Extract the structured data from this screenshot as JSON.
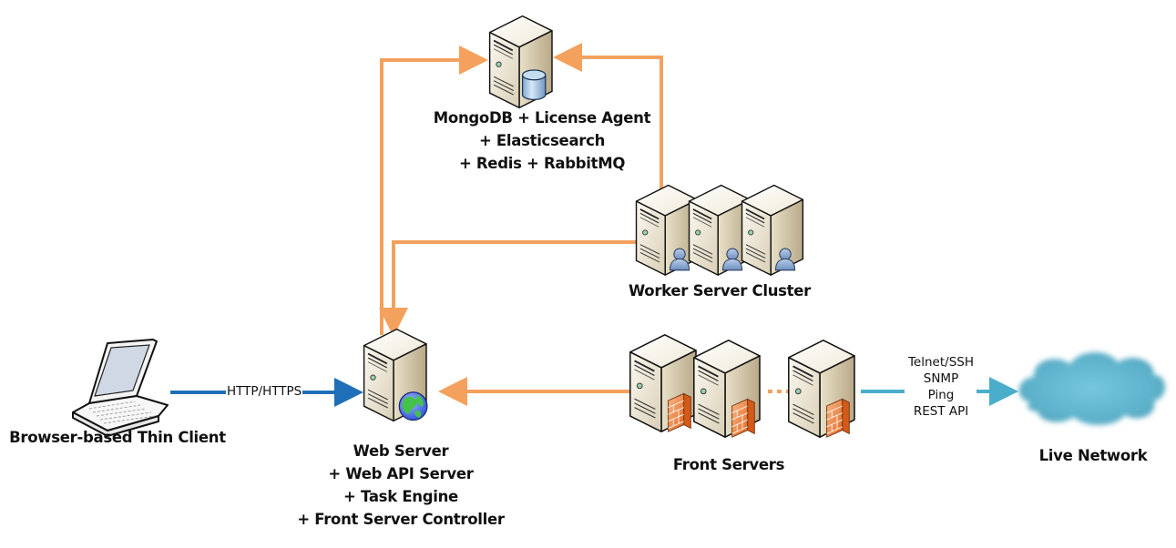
{
  "title": "System Architecture Diagram",
  "colors": {
    "internal_link": "#f4a15d",
    "client_link": "#1f6fb8",
    "network_link": "#4aaecb",
    "cloud": "#6bbfd6"
  },
  "nodes": {
    "database": {
      "icon": "database-server-icon",
      "lines": [
        "MongoDB + License Agent",
        "+ Elasticsearch",
        "+ Redis + RabbitMQ"
      ]
    },
    "workers": {
      "icon": "worker-server-cluster-icon",
      "count": 3,
      "lines": [
        "Worker Server Cluster"
      ]
    },
    "client": {
      "icon": "laptop-icon",
      "lines": [
        "Browser-based Thin Client"
      ]
    },
    "web": {
      "icon": "web-server-icon",
      "lines": [
        "Web Server",
        "+ Web API Server",
        "+ Task Engine",
        "+ Front Server Controller"
      ]
    },
    "front": {
      "icon": "firewall-server-icon",
      "count": 3,
      "lines": [
        "Front Servers"
      ]
    },
    "network": {
      "icon": "cloud-icon",
      "lines": [
        "Live Network"
      ]
    }
  },
  "edges": {
    "client_to_web": {
      "label": "HTTP/HTTPS"
    },
    "front_to_network": {
      "protocols": [
        "Telnet/SSH",
        "SNMP",
        "Ping",
        "REST API"
      ]
    }
  }
}
